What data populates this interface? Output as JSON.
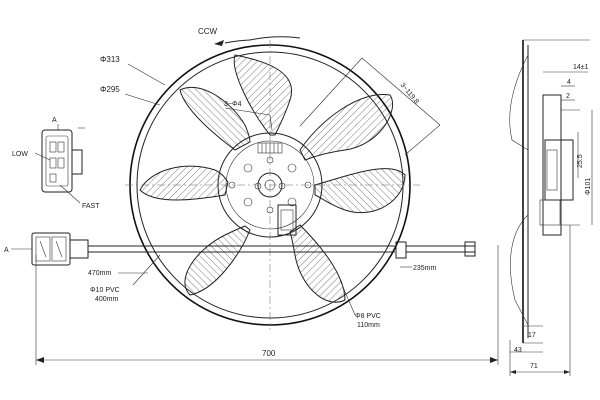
{
  "labels": {
    "rotation": "CCW",
    "dia_outer": "Φ313",
    "dia_inner": "Φ295",
    "blade_dim": "3~Φ4",
    "span_dim": "3~119.8",
    "connector_a": "A",
    "low": "LOW",
    "fast": "FAST",
    "a_marker": "A",
    "len_470": "470mm",
    "cable_10": "Φ10 PVC",
    "len_400": "400mm",
    "len_235": "235mm",
    "cable_8": "Φ8 PVC",
    "len_110": "110mm",
    "width_700": "700",
    "side_14": "14±1",
    "side_4": "4",
    "side_2": "2",
    "side_25": "25.5",
    "side_101": "Φ101",
    "side_17": "17",
    "side_43": "43",
    "side_71": "71"
  }
}
